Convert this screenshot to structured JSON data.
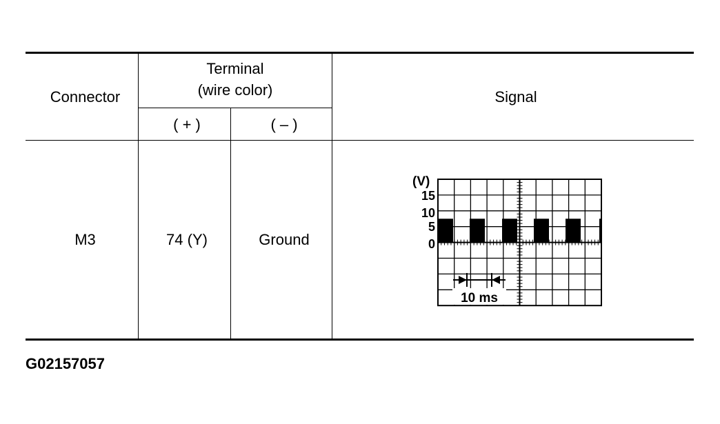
{
  "table": {
    "headers": {
      "connector": "Connector",
      "terminal_line1": "Terminal",
      "terminal_line2": "(wire color)",
      "plus": "( + )",
      "minus": "( – )",
      "signal": "Signal"
    },
    "row": {
      "connector": "M3",
      "plus": "74 (Y)",
      "minus": "Ground"
    }
  },
  "scope": {
    "unit_label": "(V)",
    "y_ticks": [
      "15",
      "10",
      "5",
      "0"
    ],
    "time_label": "10 ms"
  },
  "figure_id": "G02157057"
}
